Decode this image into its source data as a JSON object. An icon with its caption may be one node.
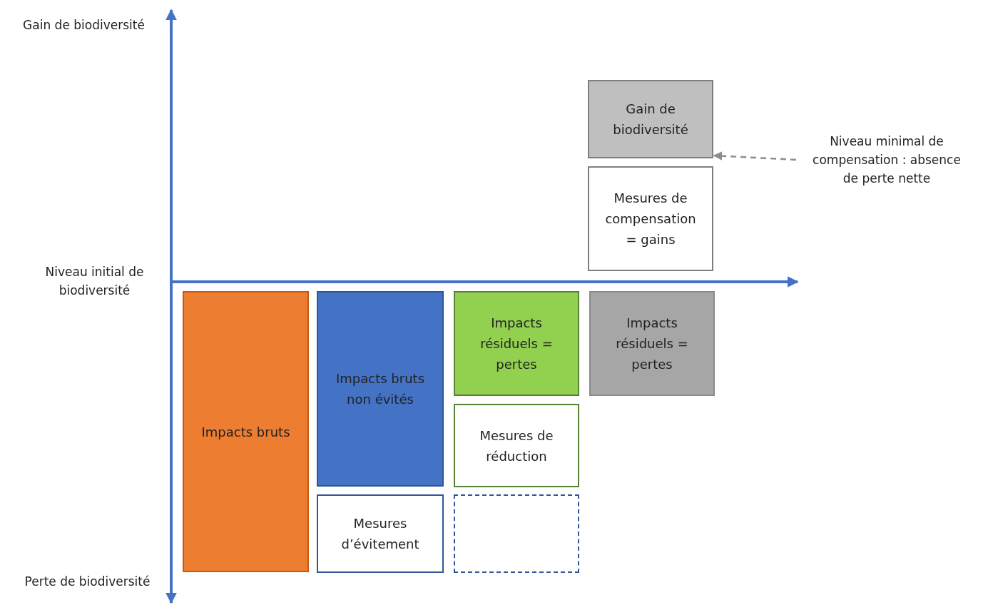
{
  "diagram": {
    "nodes": [
      {
        "text": [
          "Gain de biodiversité"
        ]
      },
      {
        "text": [
          "Mesures de compensation = gains"
        ]
      },
      {
        "text": [
          "Niveau minimal de compensation : absence de perte nette"
        ]
      },
      {
        "text": [
          "Impacts bruts"
        ]
      },
      {
        "text": [
          "Impacts bruts non évités"
        ]
      },
      {
        "text": [
          "Mesures d’évitement"
        ]
      },
      {
        "text": [
          "Impacts résiduels = pertes"
        ]
      },
      {
        "text": [
          "Mesures de réduction"
        ]
      },
      {
        "text": [],
        "shape": "box"
      },
      {
        "text": [
          "Impacts résiduels = pertes"
        ]
      }
    ],
    "edges": [
      {
        "from": 2,
        "to": 0,
        "arrow": "to",
        "style": "dashed"
      }
    ],
    "labels": [
      "Gain de biodiversité",
      "Niveau initial de biodiversité",
      "Perte de biodiversité"
    ]
  }
}
